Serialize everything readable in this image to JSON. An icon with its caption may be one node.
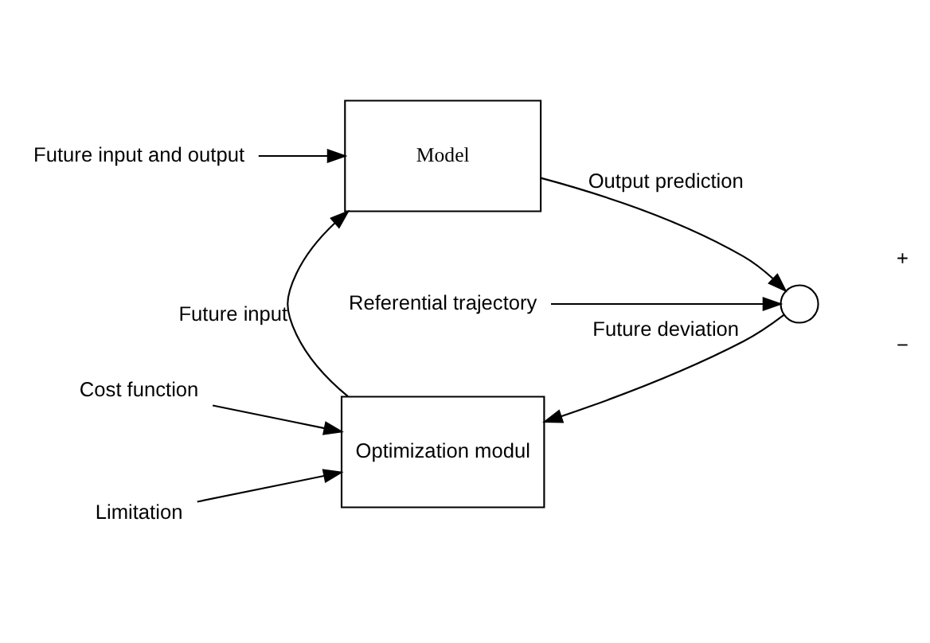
{
  "diagram": {
    "nodes": [
      {
        "text": [
          "Future input and output"
        ]
      },
      {
        "text": [
          "Model"
        ]
      },
      {
        "text": [
          "Referential trajectory"
        ]
      },
      {
        "text": [],
        "shape": "circle",
        "beside": [
          "+",
          "−"
        ]
      },
      {
        "text": [
          "Optimization modul"
        ]
      },
      {
        "text": [
          "Cost function"
        ]
      },
      {
        "text": [
          "Limitation"
        ]
      }
    ],
    "edges": [
      {
        "from": 0,
        "to": 1,
        "arrow": "to"
      },
      {
        "from": 1,
        "to": 3,
        "arrow": "to",
        "label": "Output prediction"
      },
      {
        "from": 2,
        "to": 3,
        "arrow": "to"
      },
      {
        "from": 3,
        "to": 4,
        "arrow": "to",
        "label": "Future deviation"
      },
      {
        "from": 4,
        "to": 1,
        "arrow": "to",
        "label": "Future input"
      },
      {
        "from": 5,
        "to": 4,
        "arrow": "to"
      },
      {
        "from": 6,
        "to": 4,
        "arrow": "to"
      }
    ]
  }
}
